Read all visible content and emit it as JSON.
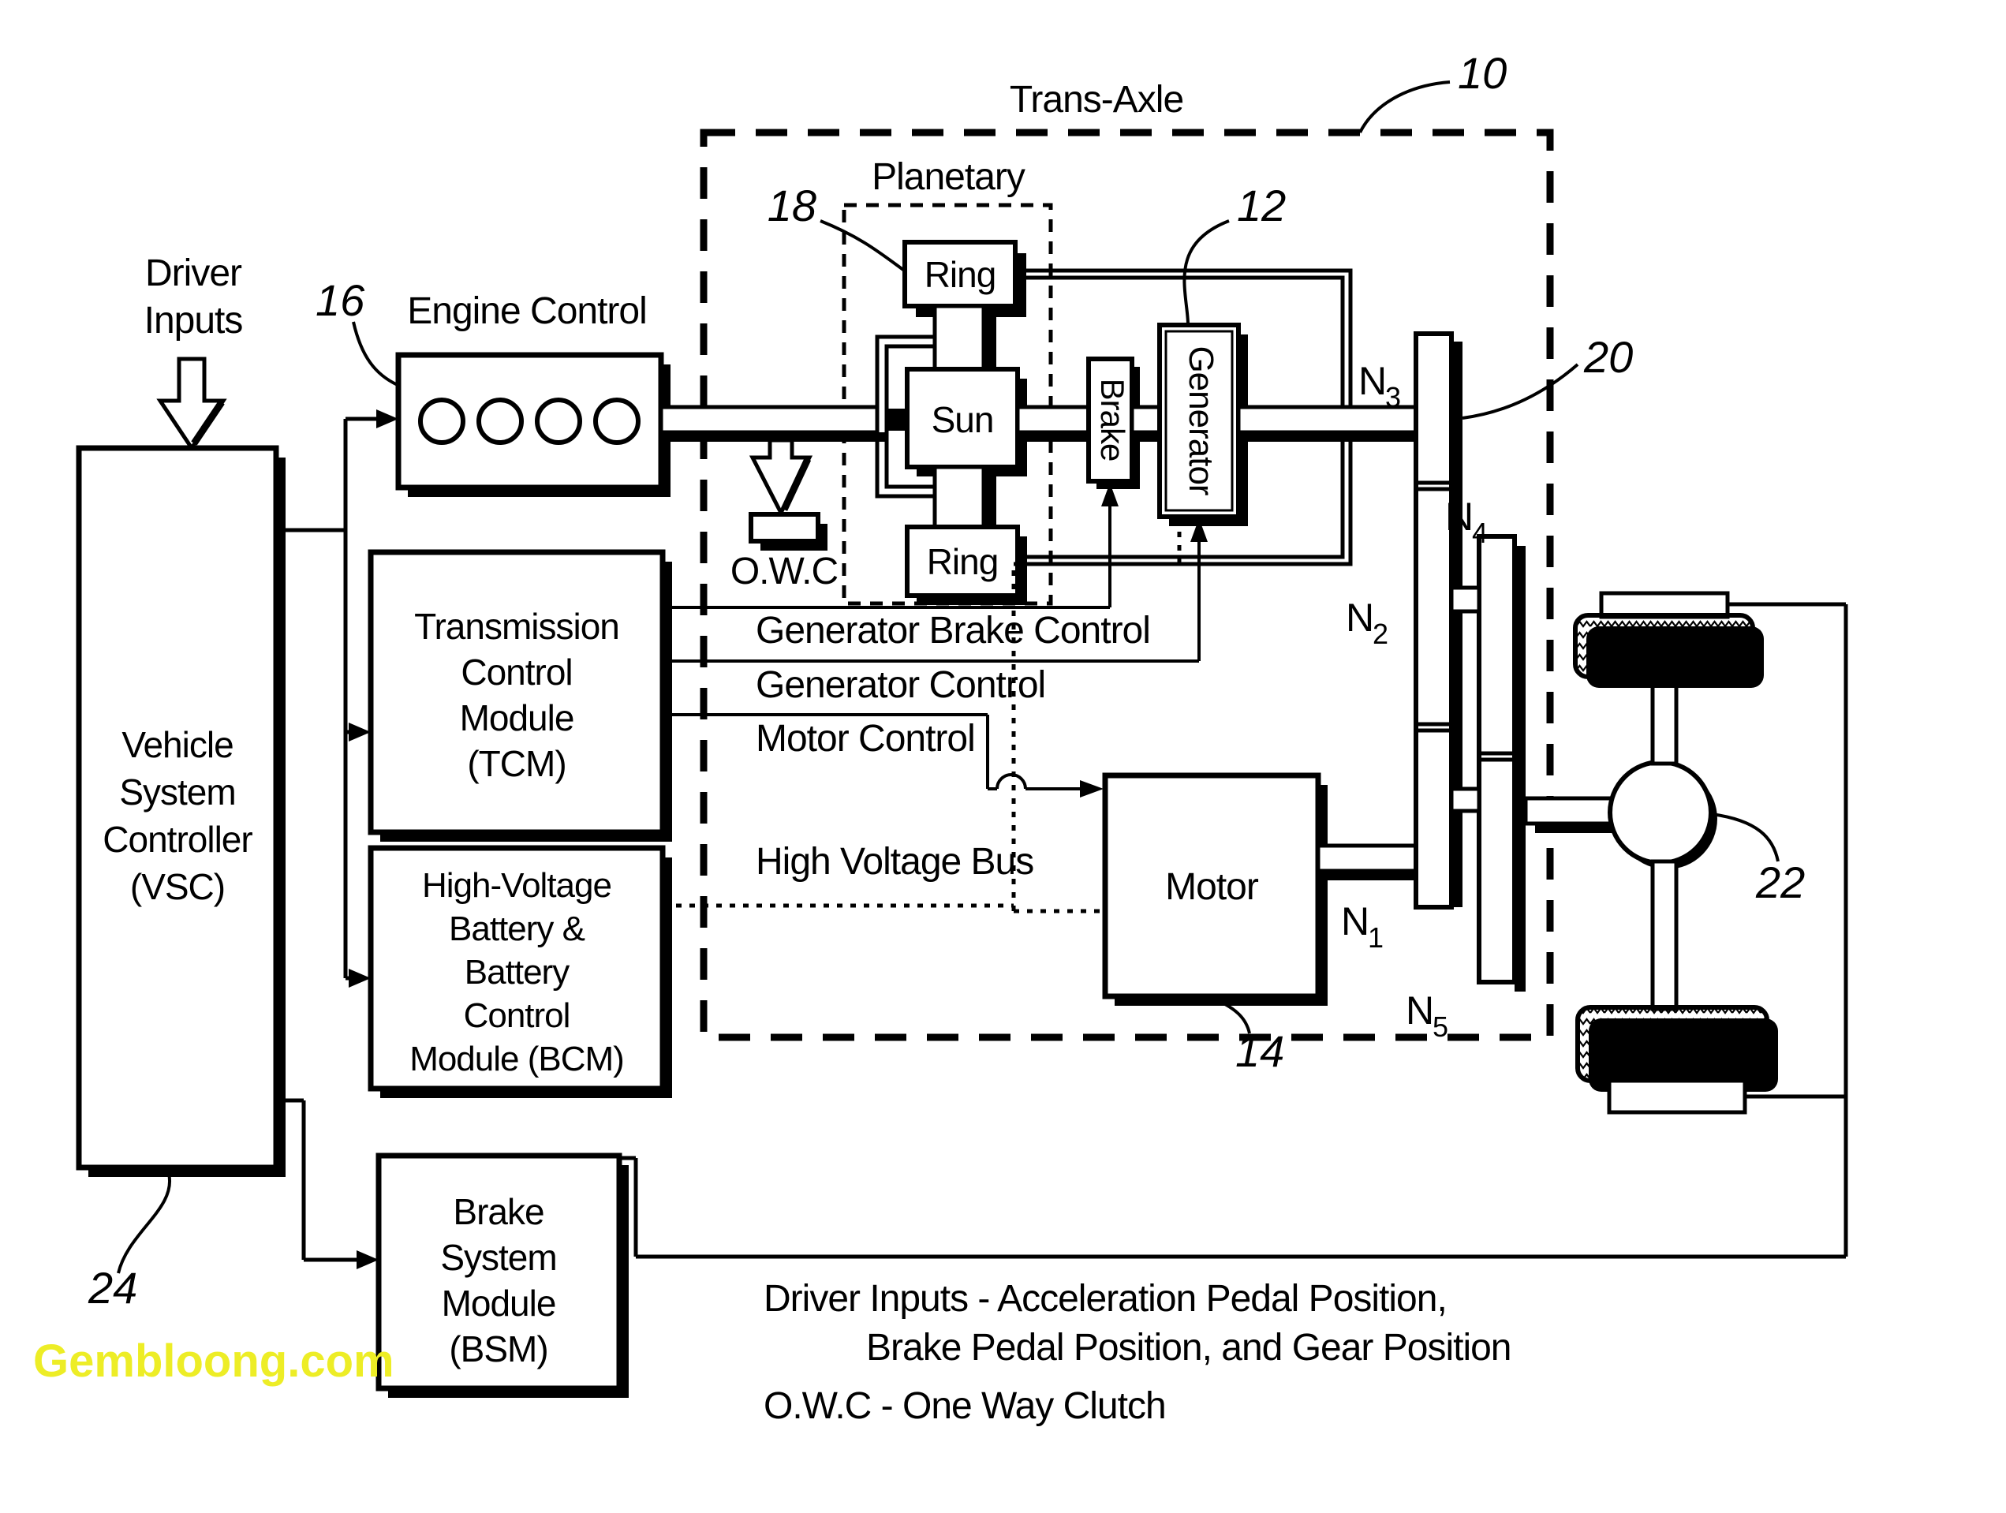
{
  "watermark": {
    "text": "Gembloong.com",
    "color": "#EDED26"
  },
  "nodes": {
    "driver": {
      "line1": "Driver",
      "line2": "Inputs"
    },
    "vsc": {
      "line1": "Vehicle",
      "line2": "System",
      "line3": "Controller",
      "line4": "(VSC)"
    },
    "engine": {
      "title": "Engine Control"
    },
    "transaxle": {
      "title": "Trans-Axle"
    },
    "planetary": {
      "title": "Planetary",
      "ring_top": "Ring",
      "sun": "Sun",
      "ring_bottom": "Ring"
    },
    "brake": {
      "label": "Brake"
    },
    "generator": {
      "label": "Generator"
    },
    "owc": {
      "label": "O.W.C"
    },
    "motor": {
      "label": "Motor"
    },
    "tcm": {
      "line1": "Transmission",
      "line2": "Control",
      "line3": "Module",
      "line4": "(TCM)"
    },
    "bcm": {
      "line1": "High-Voltage",
      "line2": "Battery &",
      "line3": "Battery",
      "line4": "Control",
      "line5": "Module (BCM)"
    },
    "bsm": {
      "line1": "Brake",
      "line2": "System",
      "line3": "Module",
      "line4": "(BSM)"
    }
  },
  "signals": {
    "generator_brake_control": "Generator Brake Control",
    "generator_control": "Generator Control",
    "motor_control": "Motor Control",
    "high_voltage_bus": "High Voltage Bus"
  },
  "gears": {
    "n1": {
      "base": "N",
      "sub": "1"
    },
    "n2": {
      "base": "N",
      "sub": "2"
    },
    "n3": {
      "base": "N",
      "sub": "3"
    },
    "n4": {
      "base": "N",
      "sub": "4"
    },
    "n5": {
      "base": "N",
      "sub": "5"
    }
  },
  "refs": {
    "transaxle": "10",
    "generator": "12",
    "motor": "14",
    "engine": "16",
    "ring": "18",
    "gear_set": "20",
    "differential": "22",
    "vsc": "24"
  },
  "legend": {
    "line1": "Driver Inputs - Acceleration Pedal Position,",
    "line2": "Brake Pedal Position, and Gear Position",
    "line3": "O.W.C - One Way Clutch"
  }
}
